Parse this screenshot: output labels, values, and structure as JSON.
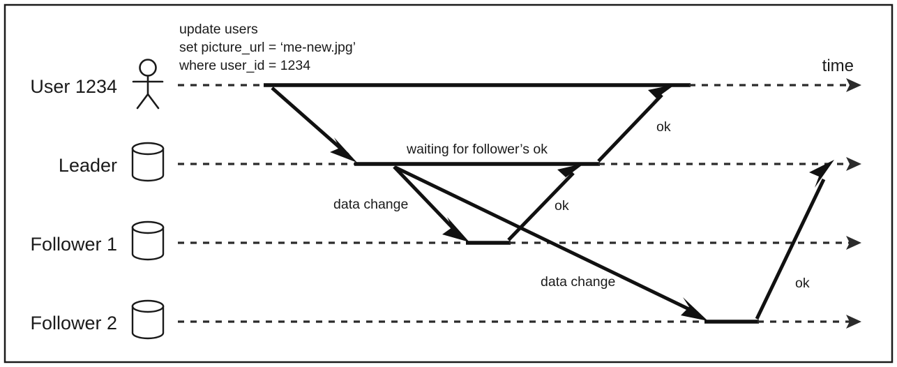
{
  "diagram": {
    "title": "Leader-follower replication sequence diagram",
    "axis_label": "time",
    "colors": {
      "line": "#111111",
      "dash": "#2b2b2b",
      "border": "#1a1a1a",
      "background": "#ffffff"
    },
    "participants": [
      {
        "id": "user",
        "label": "User 1234",
        "icon": "actor-stick-figure"
      },
      {
        "id": "leader",
        "label": "Leader",
        "icon": "database-cylinder"
      },
      {
        "id": "follower1",
        "label": "Follower 1",
        "icon": "database-cylinder"
      },
      {
        "id": "follower2",
        "label": "Follower 2",
        "icon": "database-cylinder"
      }
    ],
    "note": {
      "lines": [
        "update users",
        "set picture_url = ‘me-new.jpg’",
        "where user_id = 1234"
      ]
    },
    "messages": [
      {
        "id": "write-request",
        "label": "",
        "from": "user",
        "to": "leader"
      },
      {
        "id": "data-change-follower1",
        "label": "data change",
        "from": "leader",
        "to": "follower1"
      },
      {
        "id": "data-change-follower2",
        "label": "data change",
        "from": "leader",
        "to": "follower2"
      },
      {
        "id": "ok-follower1",
        "label": "ok",
        "from": "follower1",
        "to": "leader"
      },
      {
        "id": "ok-leader-user",
        "label": "ok",
        "from": "leader",
        "to": "user"
      },
      {
        "id": "ok-follower2",
        "label": "ok",
        "from": "follower2",
        "to": "leader"
      }
    ],
    "note_waiting": "waiting for follower’s ok"
  }
}
